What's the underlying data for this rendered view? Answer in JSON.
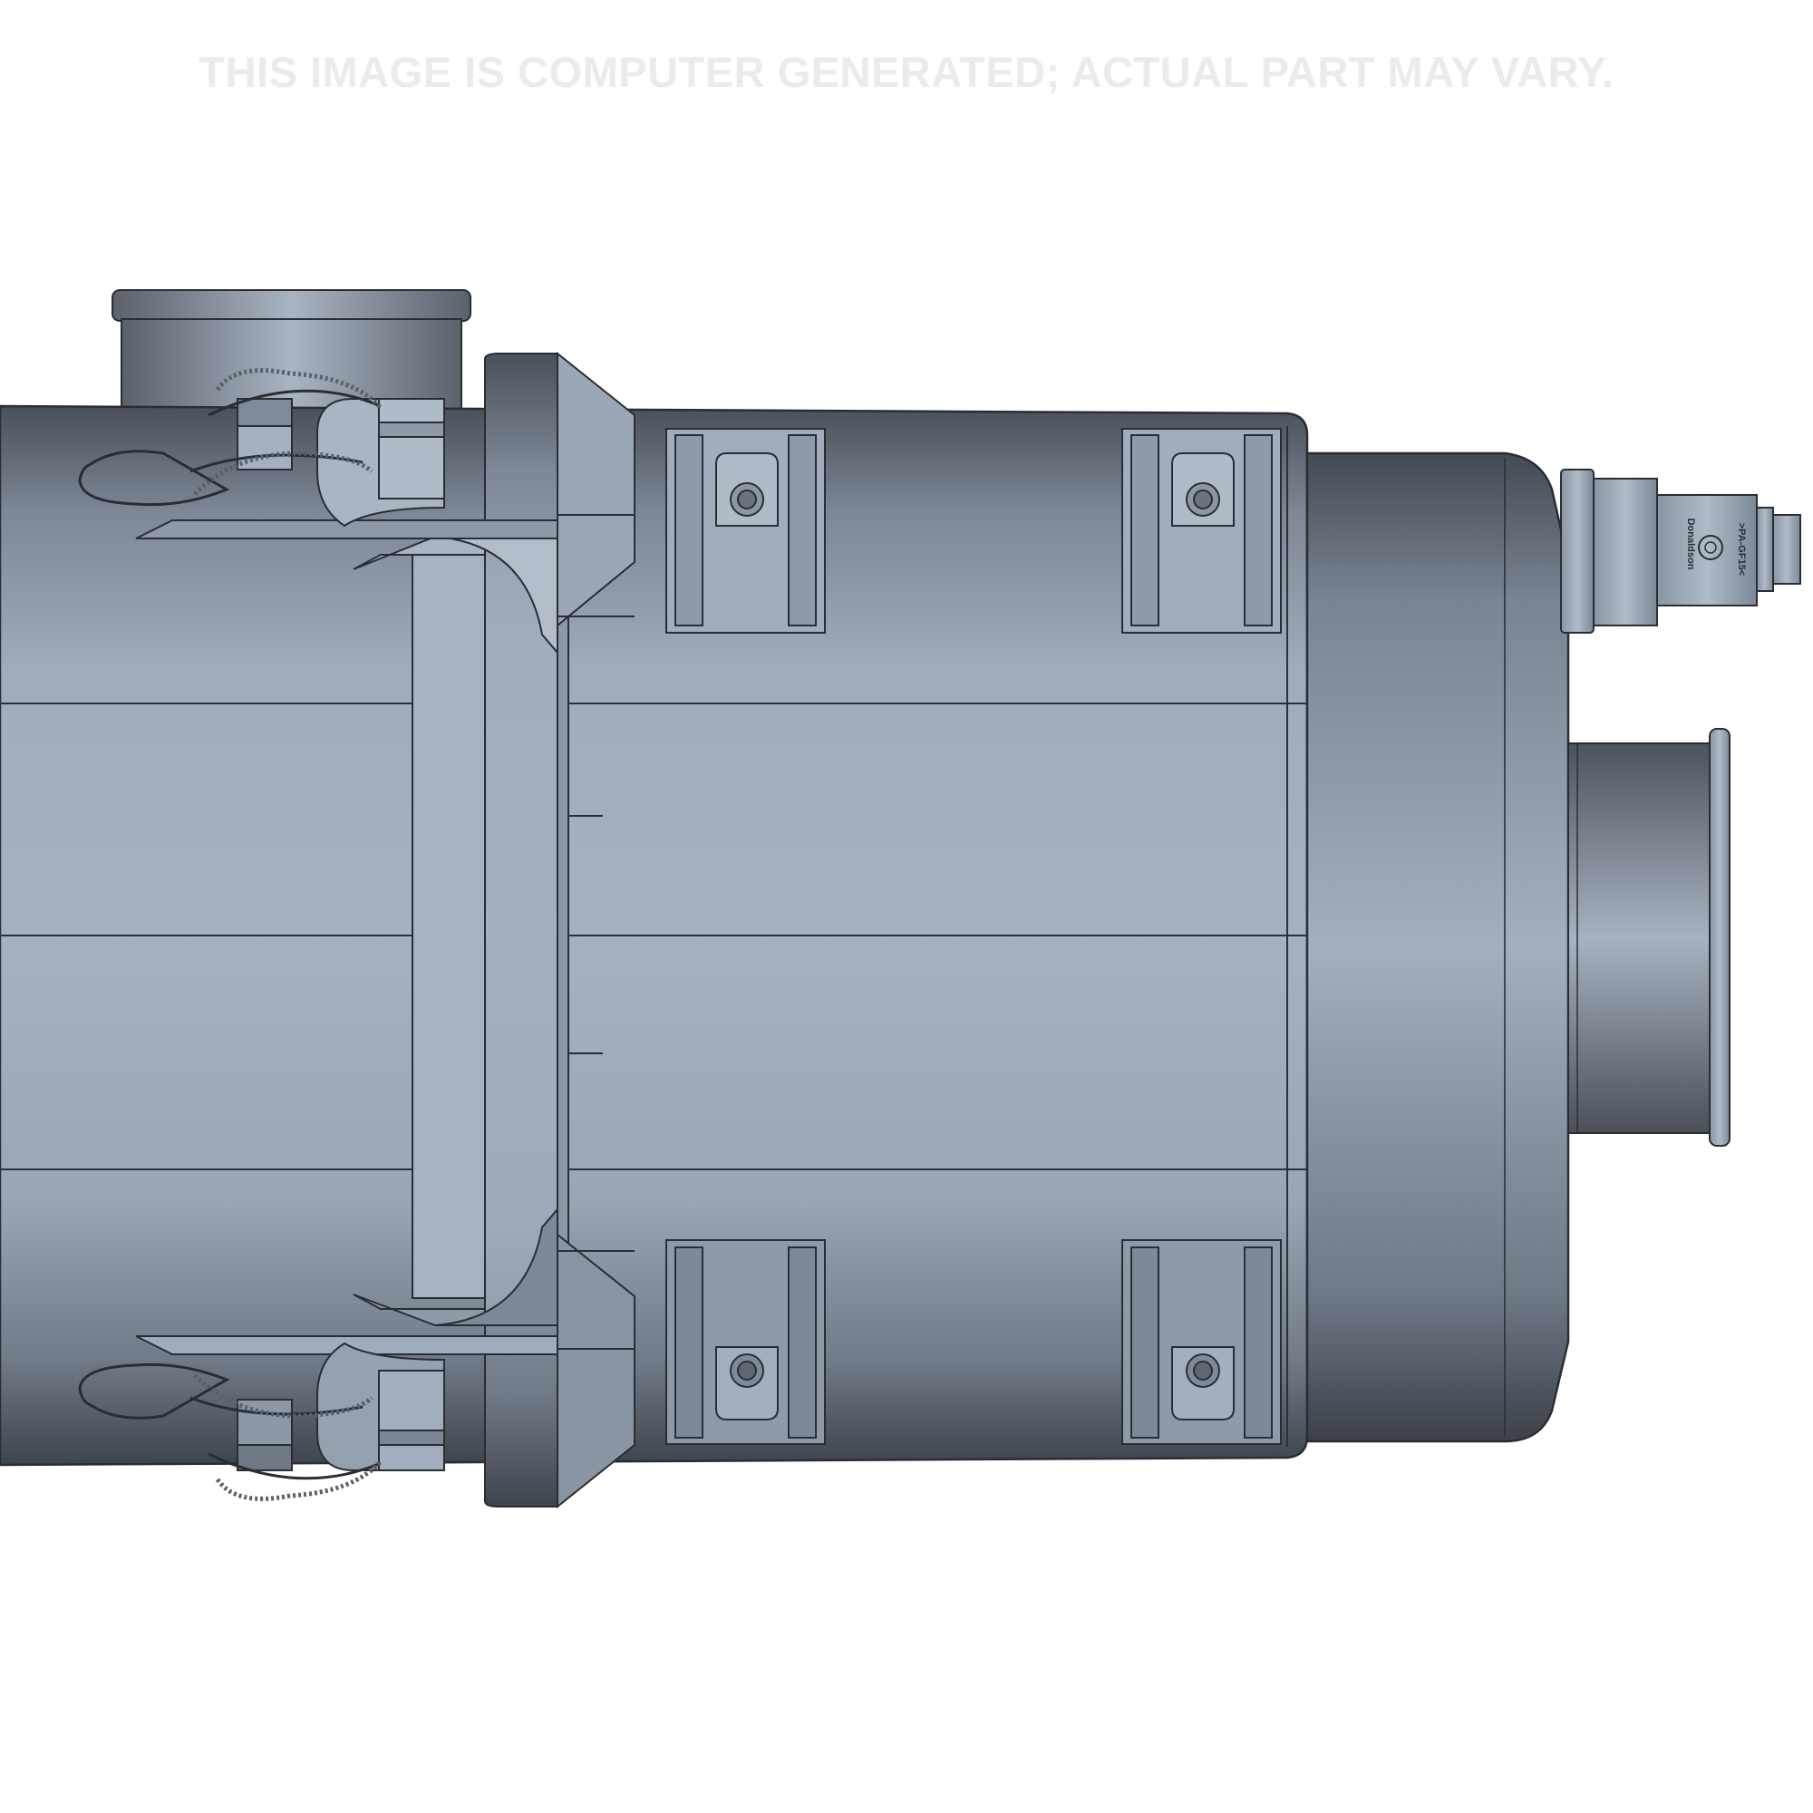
{
  "disclaimer": "THIS IMAGE IS COMPUTER GENERATED; ACTUAL PART MAY VARY.",
  "part_markings": {
    "brand": "Donaldson",
    "material": ">PA-GF15<"
  },
  "colors": {
    "background": "#ffffff",
    "body_light": "#a3b0bf",
    "body_dark": "#3a3f47",
    "outline": "#2a2d33",
    "disclaimer_text": "#eaebec"
  }
}
